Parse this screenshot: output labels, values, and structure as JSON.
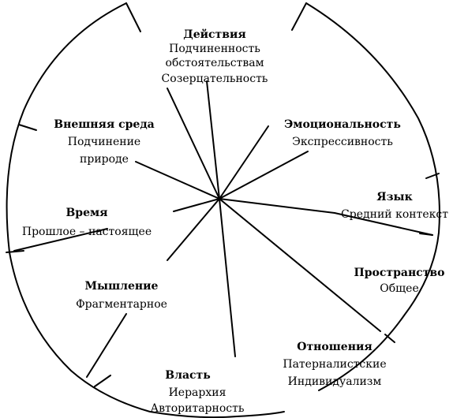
{
  "sectors": [
    {
      "id": "actions",
      "title": "Действия",
      "lines": [
        "Подчиненность",
        "обстоятельствам",
        "Созерцательность"
      ]
    },
    {
      "id": "environment",
      "title": "Внешняя среда",
      "lines": [
        "Подчинение",
        "природе"
      ]
    },
    {
      "id": "emotionality",
      "title": "Эмоциональность",
      "lines": [
        "Экспрессивность"
      ]
    },
    {
      "id": "language",
      "title": "Язык",
      "lines": [
        "Средний контекст"
      ]
    },
    {
      "id": "time",
      "title": "Время",
      "lines": [
        "Прошлое – настоящее"
      ]
    },
    {
      "id": "space",
      "title": "Пространство",
      "lines": [
        "Общее"
      ]
    },
    {
      "id": "thinking",
      "title": "Мышление",
      "lines": [
        "Фрагментарное"
      ]
    },
    {
      "id": "relations",
      "title": "Отношения",
      "lines": [
        "Патерналистские",
        "Индивидуализм"
      ]
    },
    {
      "id": "power",
      "title": "Власть",
      "lines": [
        "Иерархия",
        "Авторитарность"
      ]
    }
  ]
}
